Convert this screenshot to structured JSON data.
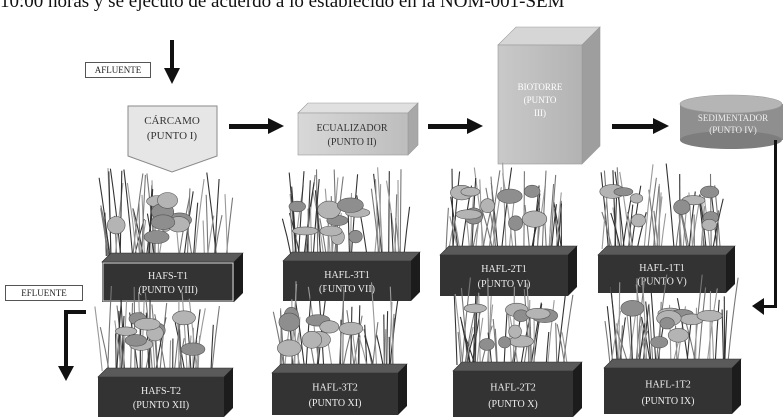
{
  "header": {
    "text": "10:00 horas y se ejecutó de acuerdo a lo establecido en la NOM-001-SEM"
  },
  "inputs": {
    "afluente": "AFLUENTE",
    "efluente": "EFLUENTE"
  },
  "process": {
    "carcamo": {
      "line1": "CÁRCAMO",
      "line2": "(PUNTO I)"
    },
    "ecualizador": {
      "line1": "ECUALIZADOR",
      "line2": "(PUNTO II)"
    },
    "biotorre": {
      "line1": "BIOTORRE",
      "line2": "(PUNTO",
      "line3": "III)"
    },
    "sedimentador": {
      "line1": "SEDIMENTADOR",
      "line2": "(PUNTO IV)"
    }
  },
  "wetlands_row1": [
    {
      "name": "HAFS-T1",
      "point": "(PUNTO VIII)"
    },
    {
      "name": "HAFL-3T1",
      "point": "(PUNTO VII)"
    },
    {
      "name": "HAFL-2T1",
      "point": "(PUNTO VI)"
    },
    {
      "name": "HAFL-1T1",
      "point": "(PUNTO V)"
    }
  ],
  "wetlands_row2": [
    {
      "name": "HAFS-T2",
      "point": "(PUNTO XII)"
    },
    {
      "name": "HAFL-3T2",
      "point": "(PUNTO XI)"
    },
    {
      "name": "HAFL-2T2",
      "point": "(PUNTO X)"
    },
    {
      "name": "HAFL-1T2",
      "point": "(PUNTO IX)"
    }
  ]
}
